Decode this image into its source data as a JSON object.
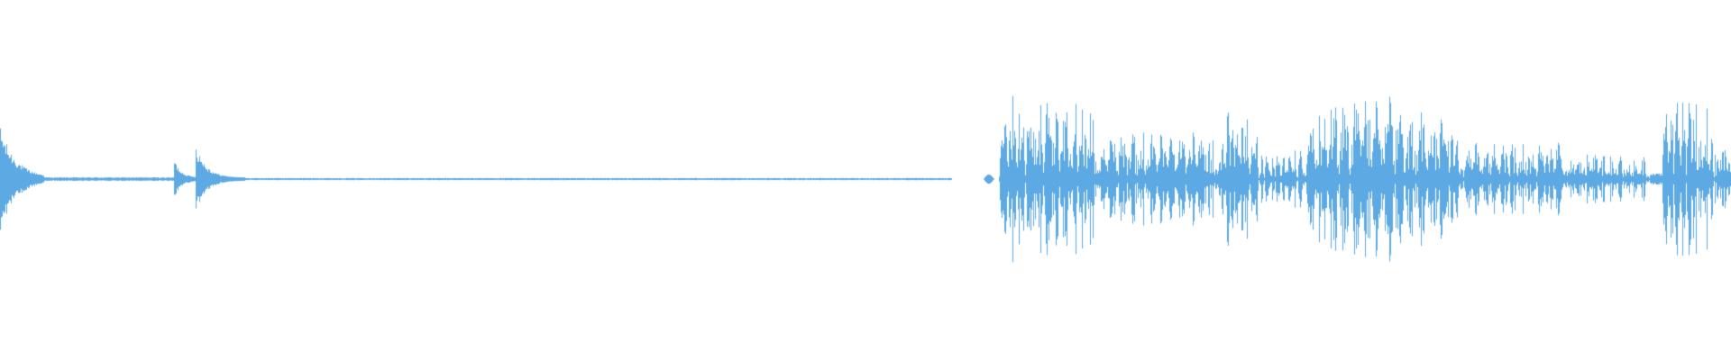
{
  "waveform": {
    "color": "#5da9e3",
    "background": "#ffffff",
    "segments": [
      {
        "kind": "transient",
        "start": 0.0,
        "end": 0.0255,
        "peak": 0.55,
        "decay": 0.009
      },
      {
        "kind": "quiet",
        "start": 0.0255,
        "end": 0.1005,
        "peak": 0.02
      },
      {
        "kind": "transient",
        "start": 0.1005,
        "end": 0.113,
        "peak": 0.2,
        "decay": 0.004
      },
      {
        "kind": "transient",
        "start": 0.113,
        "end": 0.1415,
        "peak": 0.37,
        "decay": 0.006
      },
      {
        "kind": "quiet",
        "start": 0.1415,
        "end": 0.55,
        "peak": 0.012
      },
      {
        "kind": "silence",
        "start": 0.55,
        "end": 0.568,
        "peak": 0.0
      },
      {
        "kind": "blip",
        "start": 0.568,
        "end": 0.574,
        "peak": 0.05
      },
      {
        "kind": "speech",
        "start": 0.577,
        "end": 0.634,
        "peak": 0.98
      },
      {
        "kind": "speech",
        "start": 0.634,
        "end": 0.705,
        "peak": 0.55
      },
      {
        "kind": "speech",
        "start": 0.705,
        "end": 0.727,
        "peak": 0.78
      },
      {
        "kind": "speech",
        "start": 0.727,
        "end": 0.754,
        "peak": 0.32
      },
      {
        "kind": "speech",
        "start": 0.754,
        "end": 0.845,
        "peak": 0.93
      },
      {
        "kind": "speech",
        "start": 0.845,
        "end": 0.905,
        "peak": 0.42
      },
      {
        "kind": "speech",
        "start": 0.905,
        "end": 0.953,
        "peak": 0.28
      },
      {
        "kind": "quiet",
        "start": 0.953,
        "end": 0.96,
        "peak": 0.06
      },
      {
        "kind": "speech",
        "start": 0.96,
        "end": 0.99,
        "peak": 1.0
      },
      {
        "kind": "speech",
        "start": 0.99,
        "end": 1.0,
        "peak": 0.35
      }
    ]
  }
}
